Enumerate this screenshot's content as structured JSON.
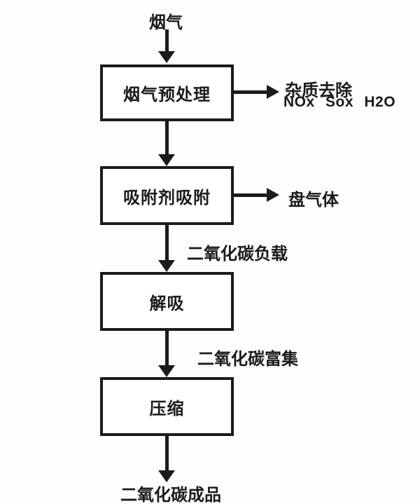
{
  "diagram": {
    "background_color": "#fdfdfd",
    "line_color": "#1b1b1b",
    "source": {
      "label": "烟气"
    },
    "boxes": [
      {
        "label": "烟气预处理"
      },
      {
        "label": "吸附剂吸附"
      },
      {
        "label": "解吸"
      },
      {
        "label": "压缩"
      }
    ],
    "side_outputs": [
      {
        "label": "杂质去除",
        "sublabel": "NOx Sox H2O"
      },
      {
        "label": "盘气体"
      }
    ],
    "flow_labels": [
      {
        "label": "二氧化碳负载"
      },
      {
        "label": "二氧化碳富集"
      }
    ],
    "sink": {
      "label": "二氧化碳成品"
    }
  }
}
